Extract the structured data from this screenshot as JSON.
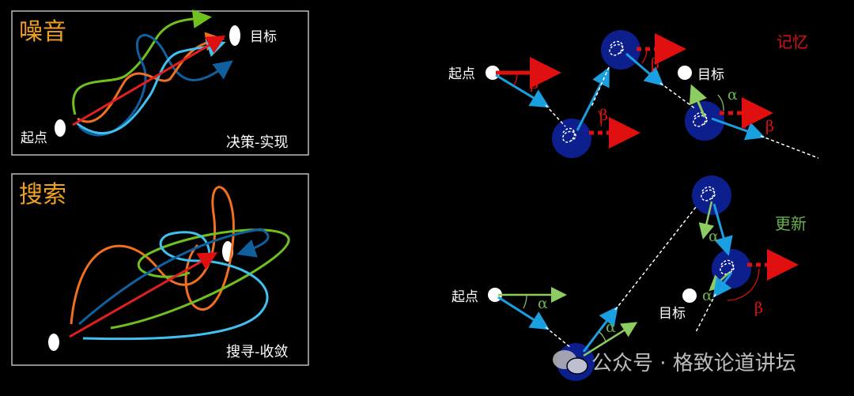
{
  "panels": {
    "noise": {
      "title": "噪音",
      "caption": "决策-实现",
      "start_label": "起点",
      "target_label": "目标"
    },
    "search": {
      "title": "搜索",
      "caption": "搜寻-收敛"
    }
  },
  "right": {
    "memory_label": "记忆",
    "update_label": "更新",
    "start_label": "起点",
    "target_label": "目标",
    "alpha": "α",
    "beta": "β"
  },
  "watermark": {
    "text": "公众号 · 格致论道讲坛"
  },
  "colors": {
    "panel_title": "#f0a020",
    "memory": "#e01010",
    "update": "#6ab04c",
    "arrow_blue": "#1aa0e0",
    "circle": "#0d1f8c",
    "orange": "#f07020",
    "green": "#70c020",
    "darkblue": "#1060a0",
    "red_line": "#e02020"
  }
}
